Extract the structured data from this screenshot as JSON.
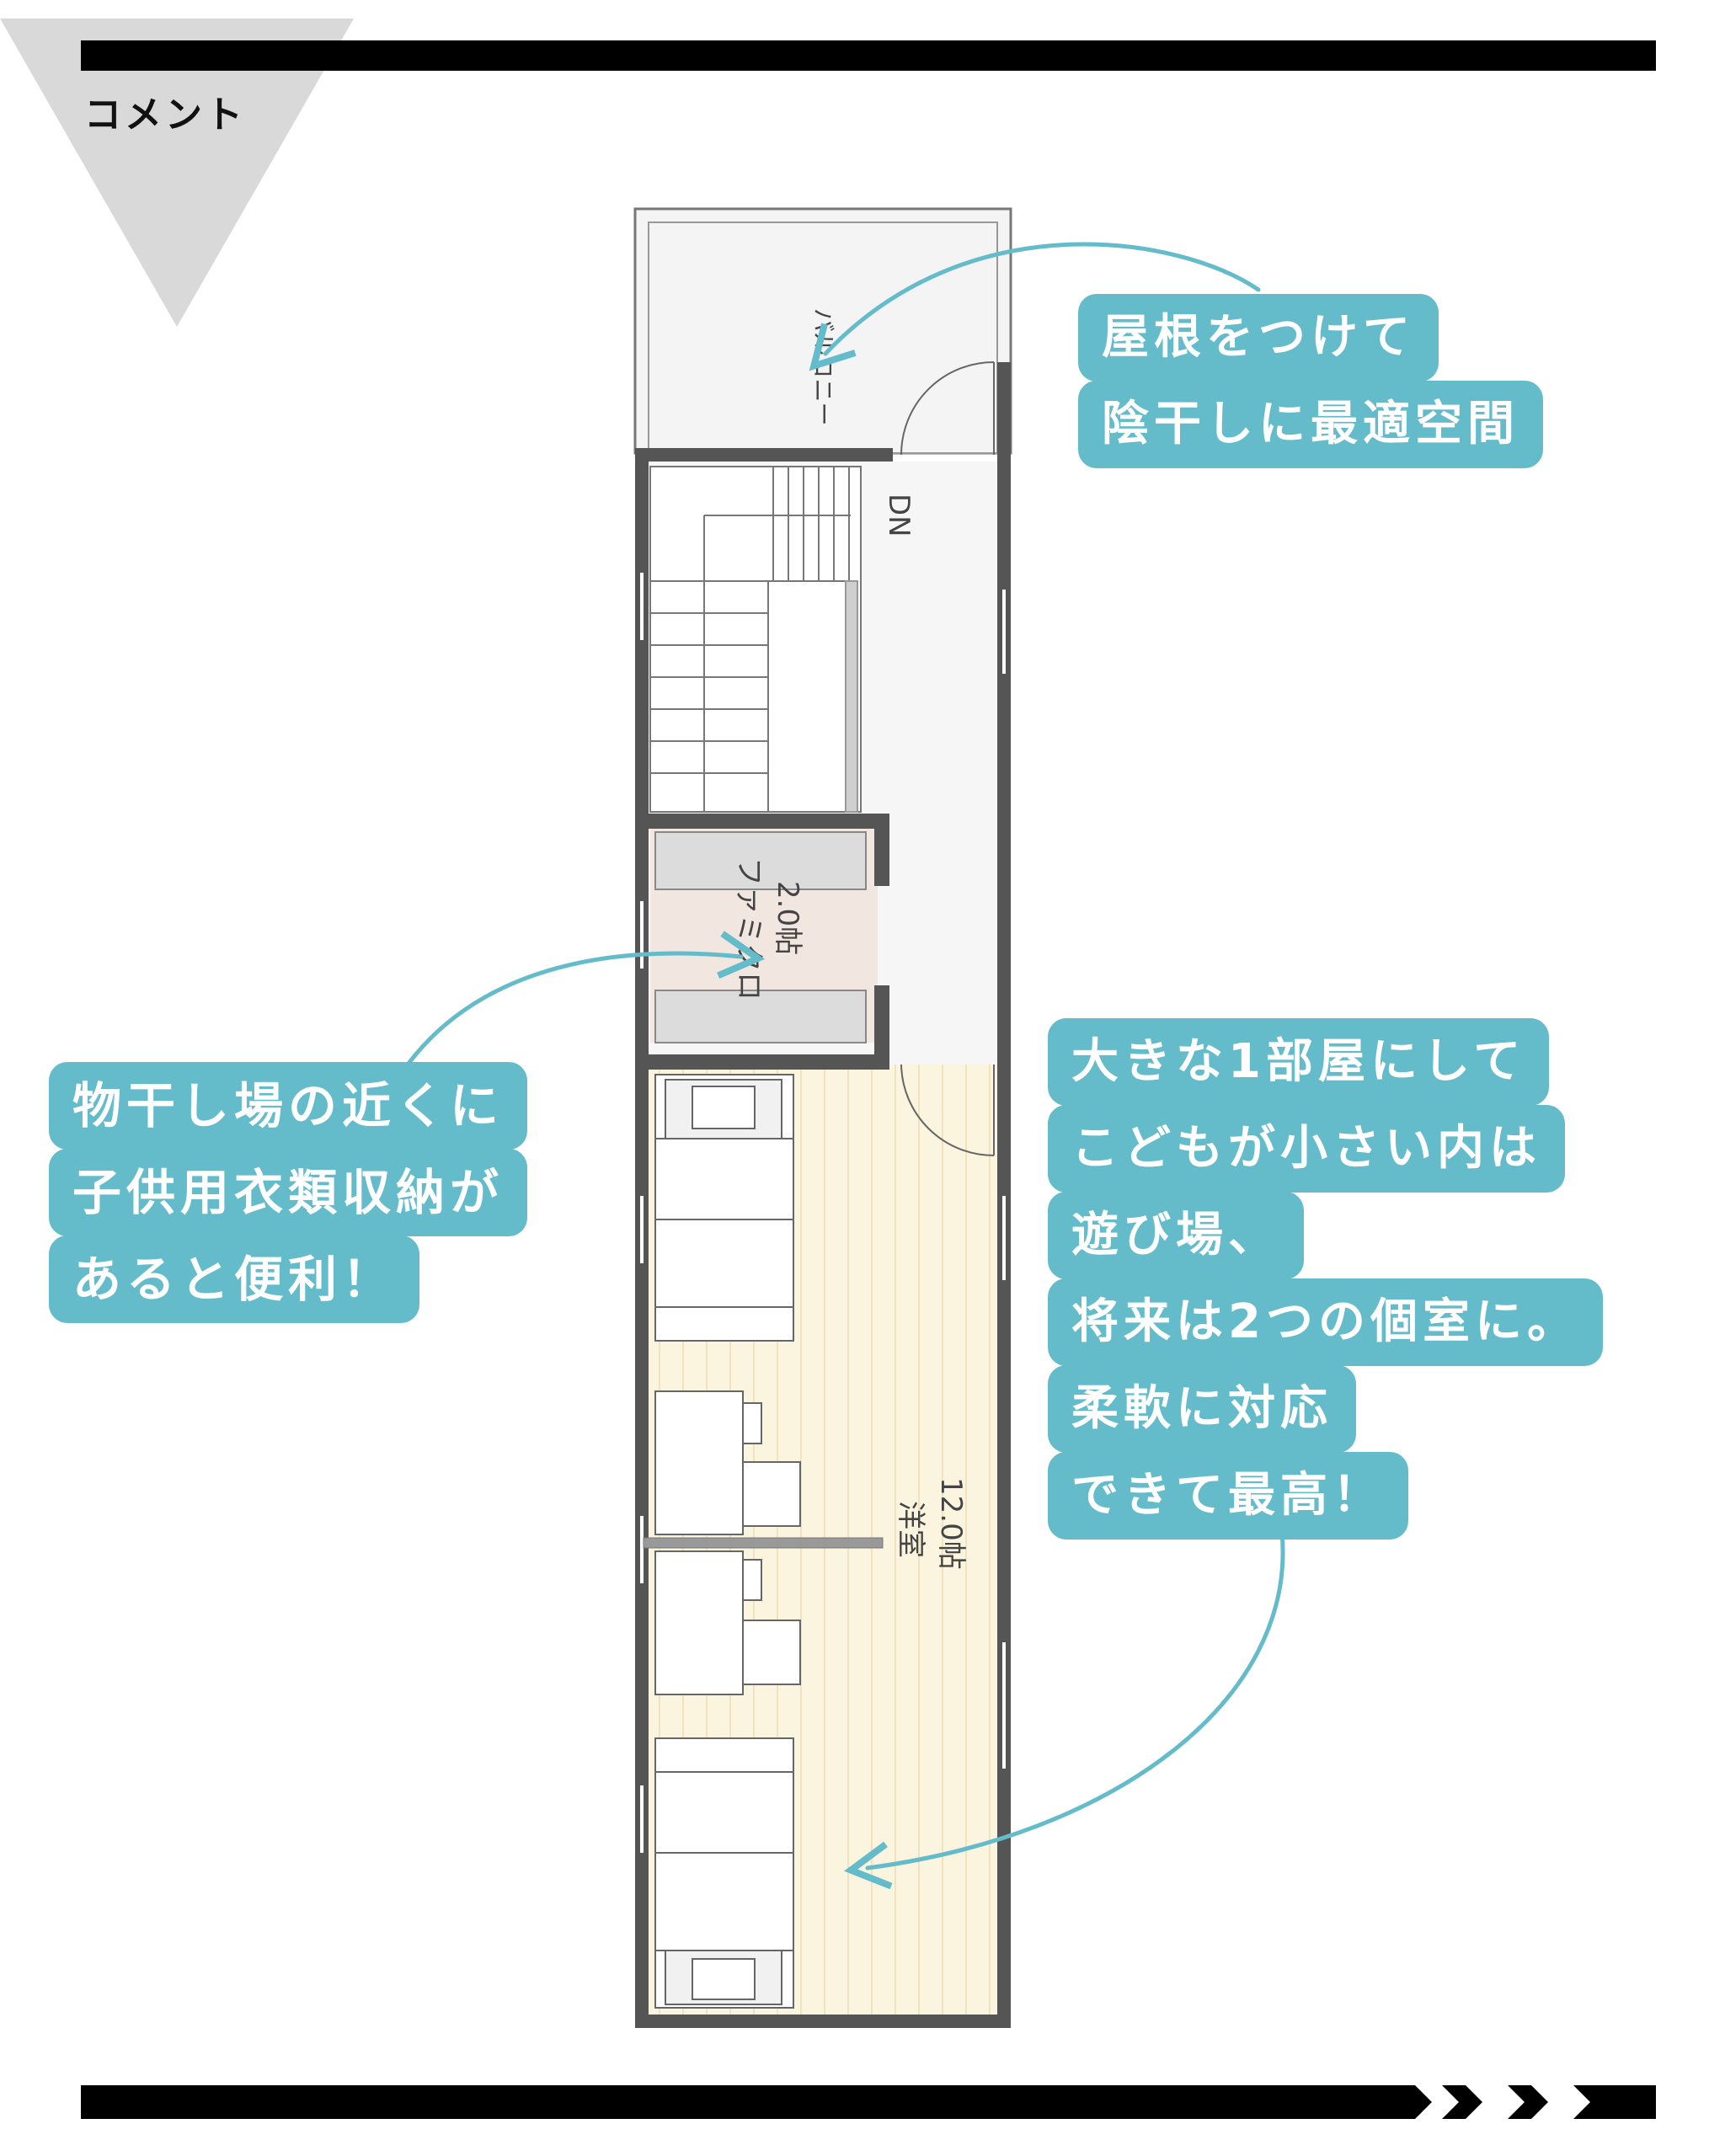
{
  "header": {
    "label": "コメント"
  },
  "plan": {
    "rooms": {
      "balcony": {
        "label": "バルコニー"
      },
      "stairs": {
        "label": "DN"
      },
      "closet": {
        "name": "ファミクロ",
        "area": "2.0帖"
      },
      "western": {
        "name": "洋室",
        "area": "12.0帖"
      }
    }
  },
  "comments": {
    "top_right": {
      "lines": [
        "屋根をつけて",
        "陰干しに最適空間"
      ]
    },
    "left": {
      "lines": [
        "物干し場の近くに",
        "子供用衣類収納が",
        "あると便利！"
      ]
    },
    "bottom_right": {
      "lines": [
        "大きな1部屋にして",
        "こどもが小さい内は",
        "遊び場、",
        "将来は2つの個室に。",
        "柔軟に対応",
        "できて最高！"
      ]
    }
  },
  "colors": {
    "accent": "#64bccb",
    "wall": "#555555",
    "floor_wood": "#fbf4df",
    "closet_floor": "#f2e6e0",
    "header_triangle": "#d9d9d9"
  }
}
